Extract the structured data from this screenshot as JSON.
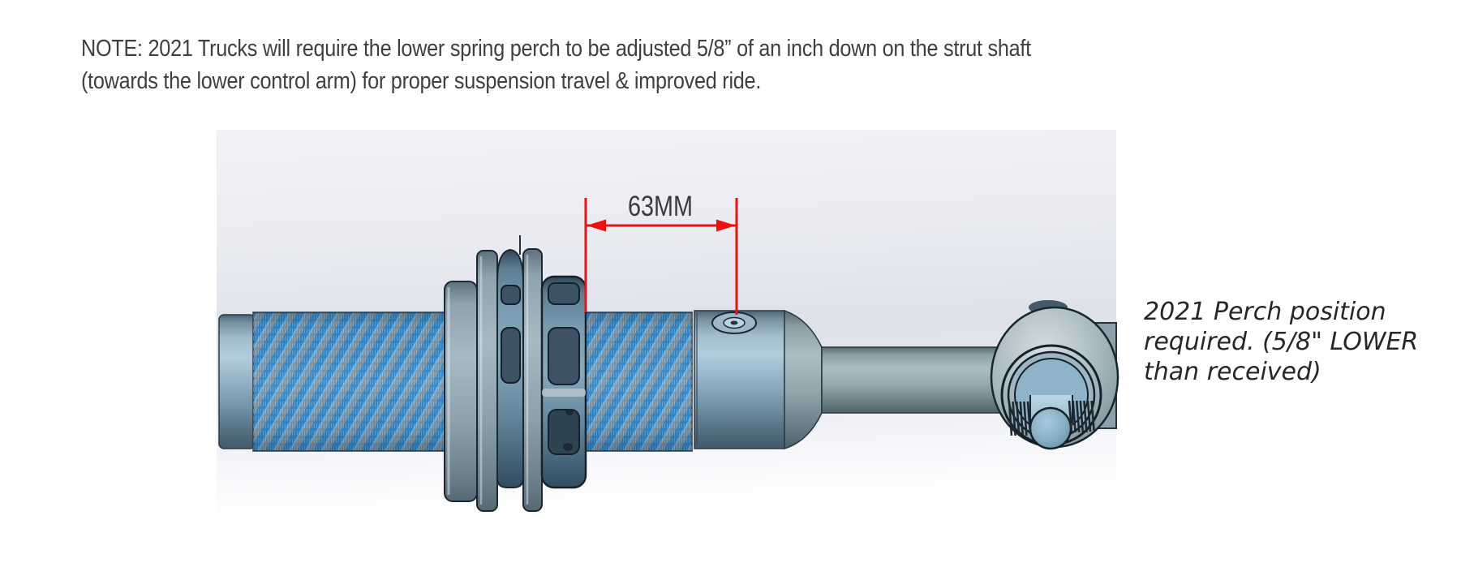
{
  "note": {
    "line1": "NOTE: 2021 Trucks will require the lower spring perch to be adjusted 5/8” of an inch down on the strut shaft",
    "line2": "(towards the lower control arm) for proper suspension travel & improved ride."
  },
  "diagram": {
    "dimension_label": "63MM",
    "colors": {
      "dimension_red": "#ed1111",
      "thread_blue": "#3289cb",
      "thread_base_gray": "#8095a3",
      "steel_gray": "#8ea4af",
      "perch_blue": "#6c8ca1",
      "bore_blue": "#a4c8dc",
      "outline_dark": "#1a262e",
      "background_top": "#f2f3f7",
      "background_mid": "#dee1e9",
      "label_text": "#3b3b3b"
    }
  },
  "annotation": {
    "line1": "2021 Perch position",
    "line2": "required.  (5/8\" LOWER",
    "line3": "than received)"
  }
}
